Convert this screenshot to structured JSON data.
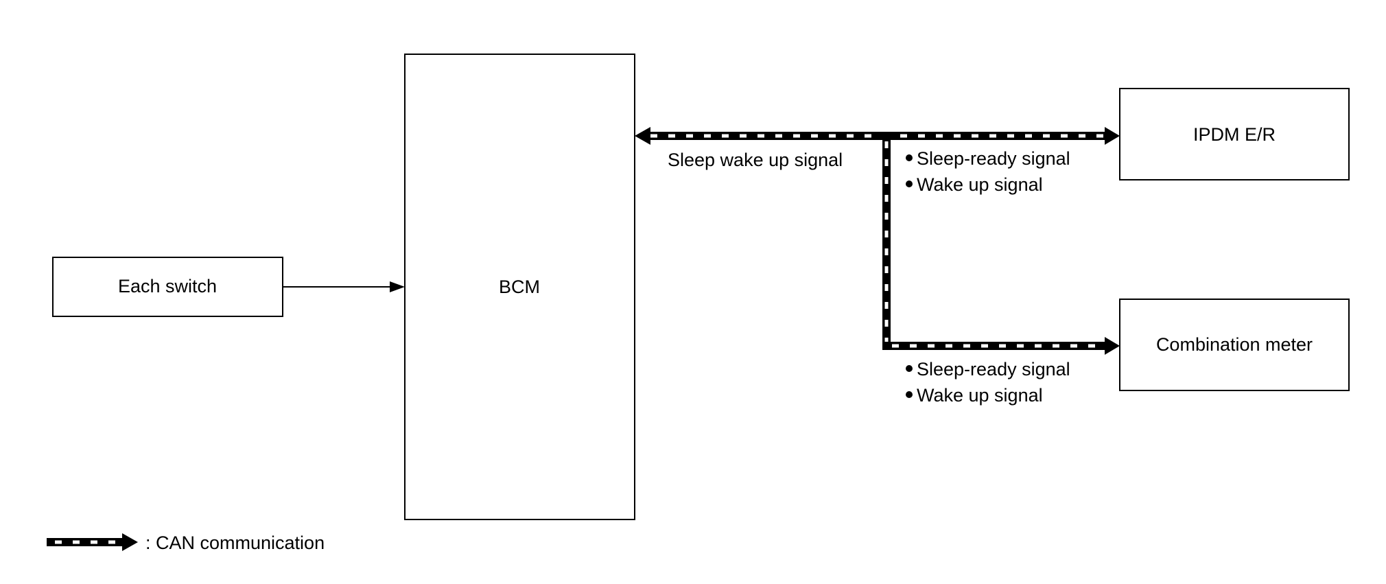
{
  "blocks": {
    "each_switch": "Each switch",
    "bcm": "BCM",
    "ipdm": "IPDM E/R",
    "combination_meter": "Combination meter"
  },
  "signals": {
    "bcm_out": "Sleep wake up signal",
    "ipdm_in": [
      "Sleep-ready signal",
      "Wake up signal"
    ],
    "meter_in": [
      "Sleep-ready signal",
      "Wake up signal"
    ]
  },
  "legend": {
    "can_label": ": CAN communication"
  }
}
